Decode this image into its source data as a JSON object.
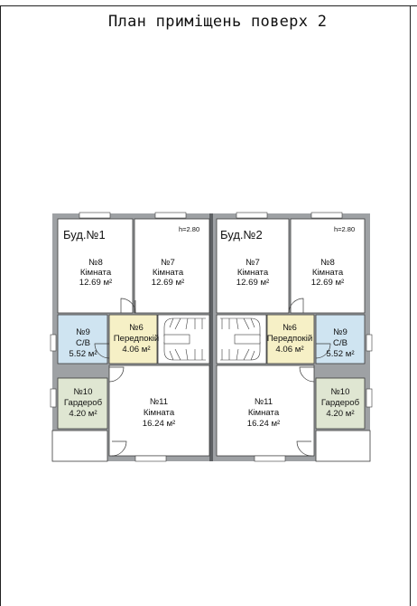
{
  "title": "План приміщень поверх 2",
  "ceiling_height_label": "h=2.80",
  "area_unit": "м²",
  "colors": {
    "room_white": "#ffffff",
    "room_blue": "#cfe4f1",
    "room_yellow": "#f6f0c6",
    "room_green": "#dfe6d2",
    "wall": "#9ea1a4",
    "wall_dark": "#3a3a3a"
  },
  "buildings": [
    {
      "label": "Буд.№1",
      "rooms": {
        "r8": {
          "number": "№8",
          "name": "Кімната",
          "area": "12.69 м²"
        },
        "r7": {
          "number": "№7",
          "name": "Кімната",
          "area": "12.69 м²"
        },
        "r9": {
          "number": "№9",
          "name": "С/В",
          "area": "5.52 м²"
        },
        "r6": {
          "number": "№6",
          "name": "Передпокій",
          "area": "4.06 м²"
        },
        "r10": {
          "number": "№10",
          "name": "Гардероб",
          "area": "4.20 м²"
        },
        "r11": {
          "number": "№11",
          "name": "Кімната",
          "area": "16.24 м²"
        }
      }
    },
    {
      "label": "Буд.№2",
      "rooms": {
        "r7": {
          "number": "№7",
          "name": "Кімната",
          "area": "12.69 м²"
        },
        "r8": {
          "number": "№8",
          "name": "Кімната",
          "area": "12.69 м²"
        },
        "r6": {
          "number": "№6",
          "name": "Передпокій",
          "area": "4.06 м²"
        },
        "r9": {
          "number": "№9",
          "name": "С/В",
          "area": "5.52 м²"
        },
        "r11": {
          "number": "№11",
          "name": "Кімната",
          "area": "16.24 м²"
        },
        "r10": {
          "number": "№10",
          "name": "Гардероб",
          "area": "4.20 м²"
        }
      }
    }
  ]
}
